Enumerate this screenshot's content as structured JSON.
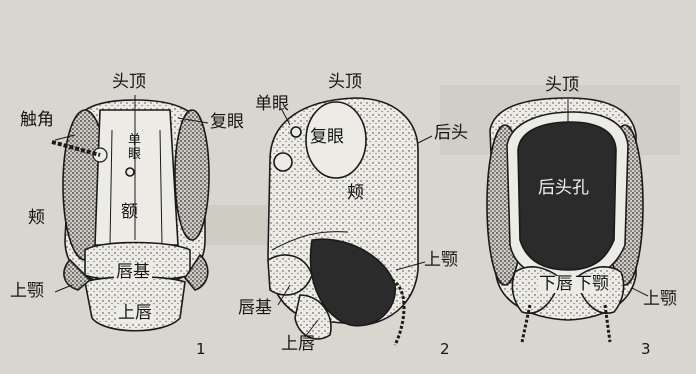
{
  "figures": [
    {
      "number": "1",
      "labels": {
        "vertex": "头顶",
        "antenna": "触角",
        "compound_eye": "复眼",
        "ocellus": "单眼",
        "frons": "额",
        "gena": "颊",
        "clypeus": "唇基",
        "mandible": "上颚",
        "labrum": "上唇"
      }
    },
    {
      "number": "2",
      "labels": {
        "vertex": "头顶",
        "ocellus": "单眼",
        "compound_eye": "复眼",
        "occiput": "后头",
        "gena": "颊",
        "mandible": "上颚",
        "clypeus": "唇基",
        "labrum": "上唇"
      }
    },
    {
      "number": "3",
      "labels": {
        "vertex": "头顶",
        "occipital_foramen": "后头孔",
        "labium": "下唇",
        "maxilla": "下颚",
        "mandible": "上颚"
      }
    }
  ],
  "colors": {
    "background": "#d9d6cf",
    "ink": "#161616",
    "dark_fill": "#2b2b2b",
    "paper": "#ecebe6"
  }
}
